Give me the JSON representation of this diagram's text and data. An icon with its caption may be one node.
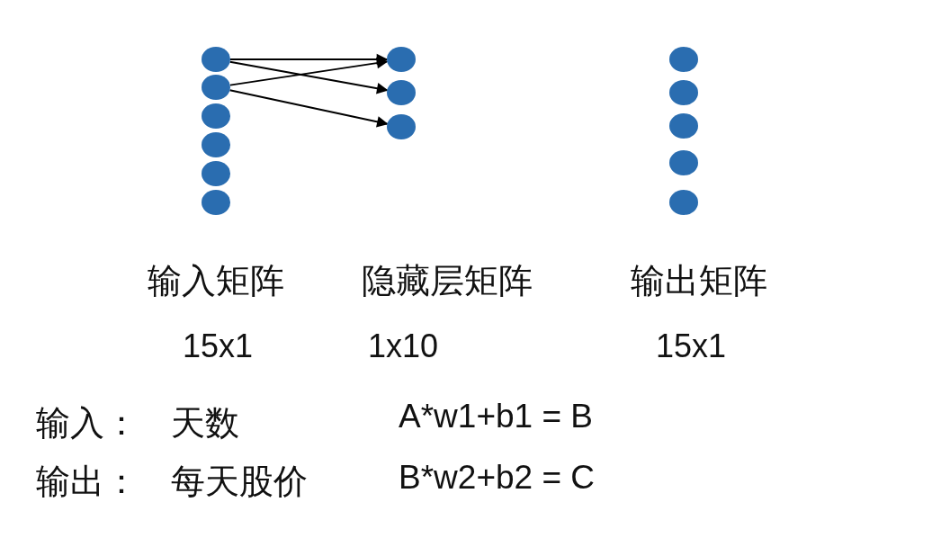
{
  "diagram": {
    "nodes": [
      {
        "text": [],
        "shape": "circle"
      },
      {
        "text": [],
        "shape": "circle"
      },
      {
        "text": [],
        "shape": "circle"
      },
      {
        "text": [],
        "shape": "circle"
      },
      {
        "text": [],
        "shape": "circle"
      },
      {
        "text": [],
        "shape": "circle"
      },
      {
        "text": [],
        "shape": "circle"
      },
      {
        "text": [],
        "shape": "circle"
      },
      {
        "text": [],
        "shape": "circle"
      },
      {
        "text": [],
        "shape": "circle"
      },
      {
        "text": [],
        "shape": "circle"
      },
      {
        "text": [],
        "shape": "circle"
      },
      {
        "text": [],
        "shape": "circle"
      },
      {
        "text": [],
        "shape": "circle"
      }
    ],
    "edges": [
      {
        "from": 0,
        "to": 6,
        "arrow": "to"
      },
      {
        "from": 0,
        "to": 7,
        "arrow": "to"
      },
      {
        "from": 1,
        "to": 6,
        "arrow": "to"
      },
      {
        "from": 1,
        "to": 8,
        "arrow": "to"
      }
    ],
    "labels": [
      "输入矩阵",
      "隐藏层矩阵",
      "输出矩阵",
      "15x1",
      "1x10",
      "15x1",
      "输入：",
      "天数",
      "A*w1+b1 = B",
      "输出：",
      "每天股价",
      "B*w2+b2 = C"
    ]
  }
}
